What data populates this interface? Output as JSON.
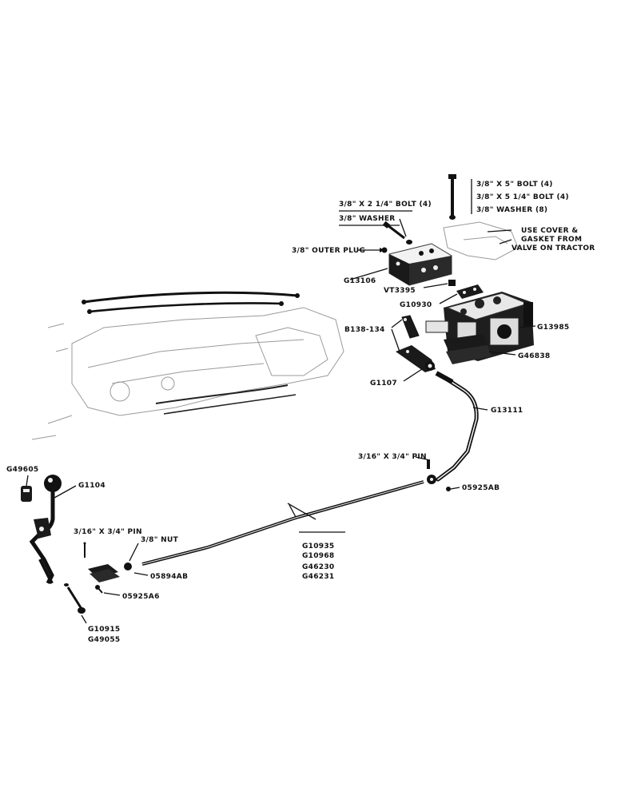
{
  "labels": {
    "bolt5": "3/8\" X 5\" BOLT (4)",
    "bolt514": "3/8\" X 5 1/4\" BOLT (4)",
    "washer8": "3/8\" WASHER      (8)",
    "cover1": "USE COVER &",
    "cover2": "GASKET FROM",
    "cover3": "VALVE ON TRACTOR",
    "bolt214": "3/8\" X 2 1/4\" BOLT (4)",
    "washer": "3/8\" WASHER",
    "outer_plug": "3/8\" OUTER PLUG",
    "g13106": "G13106",
    "vt3395": "VT3395",
    "g10930": "G10930",
    "b138": "B138-134",
    "g13985": "G13985",
    "g46838": "G46838",
    "g1107": "G1107",
    "g13111": "G13111",
    "pin_right": "3/16\" X 3/4\" PIN",
    "o5925ab": "05925AB",
    "g49605": "G49605",
    "g1104": "G1104",
    "pin_left": "3/16\" X 3/4\" PIN",
    "nut": "3/8\" NUT",
    "o5894ab": "05894AB",
    "o5925a6": "05925A6",
    "g10915": "G10915",
    "g49055": "G49055",
    "rod1": "G10935",
    "rod2": "G10968",
    "rod3": "G46230",
    "rod4": "G46231"
  }
}
